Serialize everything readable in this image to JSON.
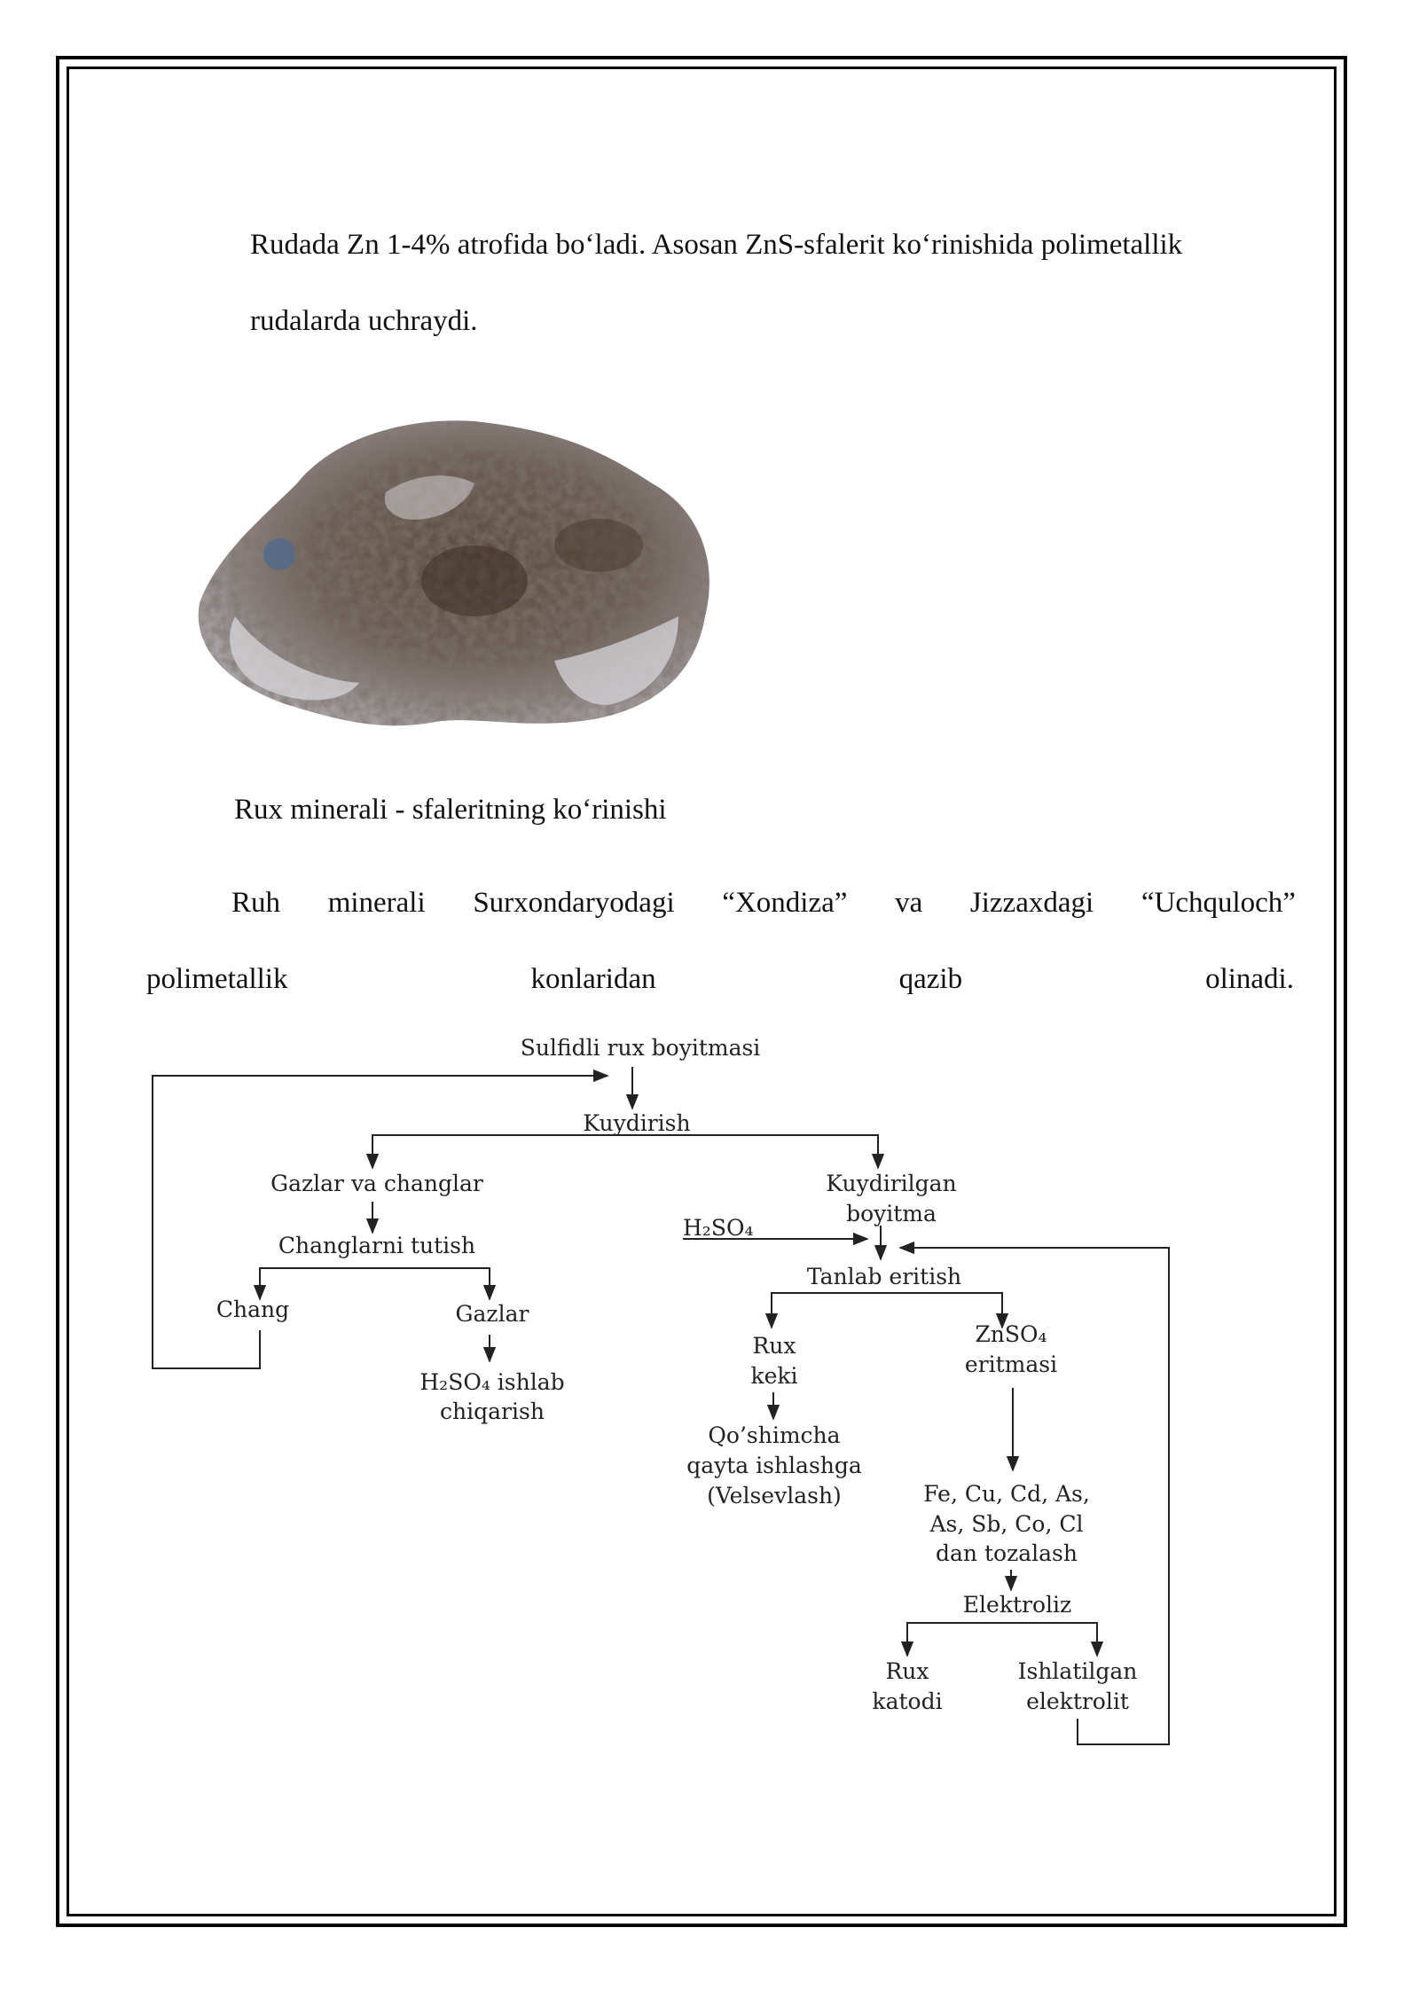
{
  "paragraph1": {
    "line1": "Rudada Zn 1-4% atrofida bo‘ladi. Asosan ZnS-sfalerit ko‘rinishida polimetallik",
    "line2": "rudalarda uchraydi."
  },
  "figure_caption": "Rux minerali - sfaleritning ko‘rinishi",
  "paragraph2": {
    "line1_words": [
      "Ruh",
      "minerali",
      "Surxondaryodagi",
      "“Xondiza”",
      "va",
      "Jizzaxdagi",
      "“Uchquloch”"
    ],
    "line2_words": [
      "polimetallik",
      "konlaridan",
      "qazib",
      "olinadi."
    ]
  },
  "flowchart": {
    "start": "Sulfidli rux boyitmasi",
    "roast": "Kuydirish",
    "gases_dust": "Gazlar va changlar",
    "dust_capture": "Changlarni tutish",
    "dust": "Chang",
    "gases": "Gazlar",
    "acid_prod_1": "H₂SO₄ ishlab",
    "acid_prod_2": "chiqarish",
    "calcine_1": "Kuydirilgan",
    "calcine_2": "boyitma",
    "acid_input": "H₂SO₄",
    "leach": "Tanlab eritish",
    "cake_1": "Rux",
    "cake_2": "keki",
    "solution_1": "ZnSO₄",
    "solution_2": "eritmasi",
    "extra_1": "Qo’shimcha",
    "extra_2": "qayta ishlashga",
    "extra_3": "(Velsevlash)",
    "purify_1": "Fe, Cu, Cd, As,",
    "purify_2": "As, Sb, Co, Cl",
    "purify_3": "dan tozalash",
    "electrolysis": "Elektroliz",
    "cathode_1": "Rux",
    "cathode_2": "katodi",
    "spent_1": "Ishlatilgan",
    "spent_2": "elektrolit"
  }
}
